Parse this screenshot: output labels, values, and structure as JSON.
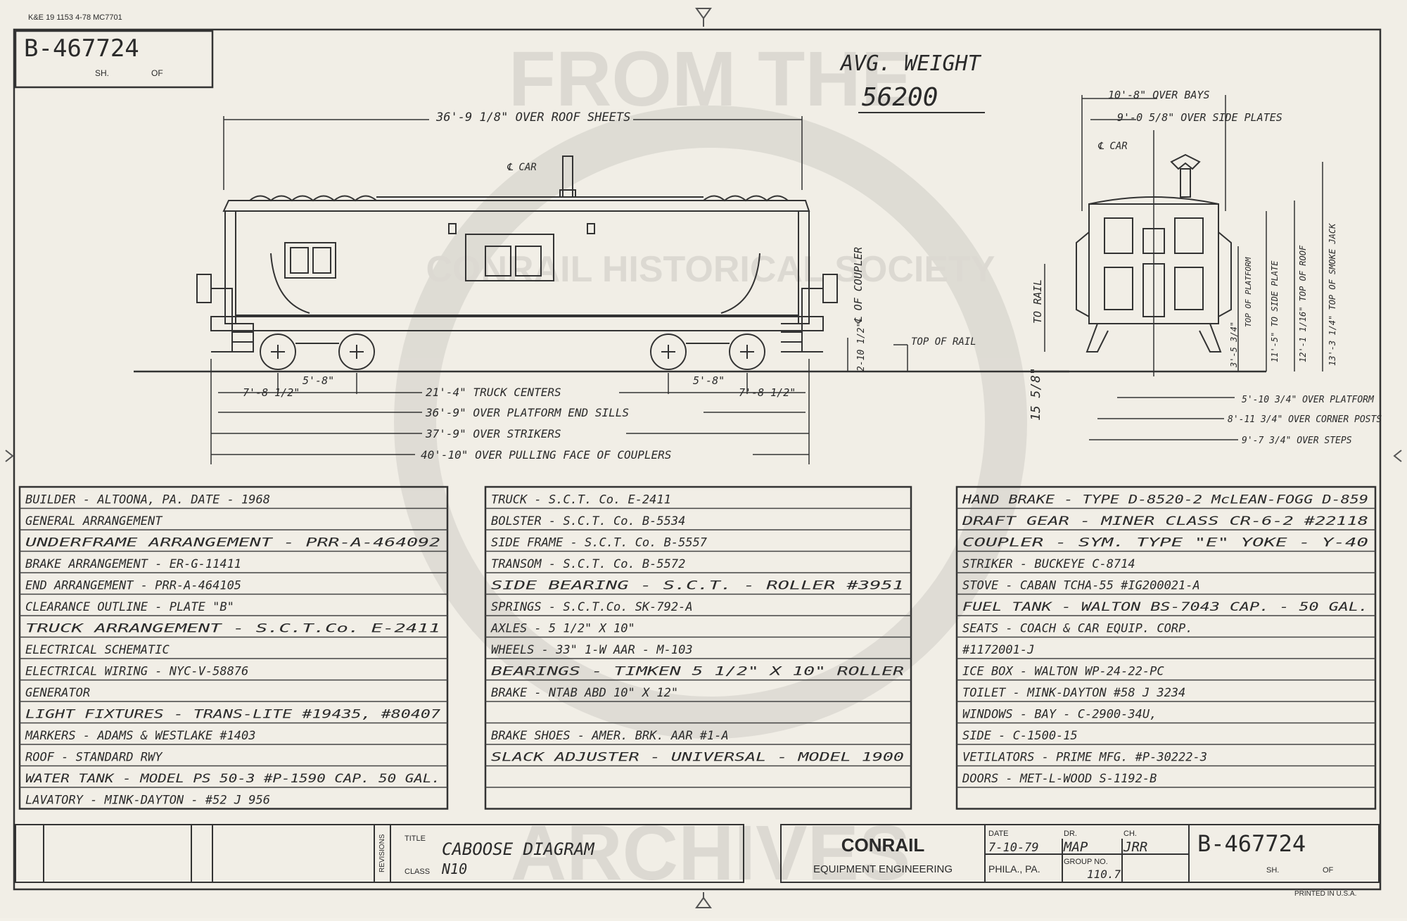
{
  "header": {
    "print_code": "K&E 19 1153 4-78 MC7701",
    "drawing_no": "B-467724",
    "sh_label": "SH.",
    "of_label": "OF",
    "avg_weight_label": "AVG. WEIGHT",
    "avg_weight_value": "56200",
    "watermark_top": "FROM THE",
    "watermark_bottom": "ARCHIVES",
    "watermark_ring": "CONRAIL HISTORICAL SOCIETY"
  },
  "side_view": {
    "over_roof": "36'-9 1/8\" OVER ROOF SHEETS",
    "car_centerline": "℄ CAR",
    "coupler_centerline": "℄ OF COUPLER",
    "coupler_height": "2-10 1/2\"",
    "top_of_rail": "TOP OF RAIL",
    "end_to_truck_left": "7'-8 1/2\"",
    "wheelbase_left": "5'-8\"",
    "truck_centers": "21'-4\" TRUCK CENTERS",
    "wheelbase_right": "5'-8\"",
    "end_to_truck_right": "7'-8 1/2\"",
    "platform_end_sills": "36'-9\" OVER PLATFORM END SILLS",
    "strikers": "37'-9\" OVER STRIKERS",
    "pulling_face": "40'-10\" OVER PULLING FACE OF COUPLERS"
  },
  "end_view": {
    "over_bays": "10'-8\" OVER BAYS",
    "over_side_plates": "9'-0 5/8\" OVER SIDE PLATES",
    "car_centerline": "℄ CAR",
    "to_rail": "TO RAIL",
    "platform_height": "3'-5 3/4\"",
    "top_of_platform": "TOP OF PLATFORM",
    "side_plate_height": "11'-5\" TO SIDE PLATE",
    "roof_height": "12'-1 1/16\" TOP OF ROOF",
    "smoke_jack_height": "13'-3 1/4\" TOP OF SMOKE JACK",
    "side_clearance": "15 5/8\"",
    "over_platform": "5'-10 3/4\" OVER PLATFORM",
    "over_corner_posts": "8'-11 3/4\" OVER CORNER POSTS",
    "over_steps": "9'-7 3/4\" OVER STEPS"
  },
  "spec_table_left": [
    "BUILDER - ALTOONA, PA. DATE - 1968",
    "GENERAL ARRANGEMENT",
    "UNDERFRAME ARRANGEMENT - PRR-A-464092",
    "BRAKE ARRANGEMENT - ER-G-11411",
    "END ARRANGEMENT - PRR-A-464105",
    "CLEARANCE OUTLINE - PLATE \"B\"",
    "TRUCK ARRANGEMENT - S.C.T.Co. E-2411",
    "ELECTRICAL SCHEMATIC",
    "ELECTRICAL WIRING - NYC-V-58876",
    "GENERATOR",
    "LIGHT FIXTURES - TRANS-LITE #19435, #80407",
    "MARKERS - ADAMS & WESTLAKE #1403",
    "ROOF - STANDARD RWY",
    "WATER TANK - MODEL PS 50-3 #P-1590 CAP. 50 GAL.",
    "LAVATORY - MINK-DAYTON - #52 J 956"
  ],
  "spec_table_middle": [
    "TRUCK - S.C.T. Co. E-2411",
    "BOLSTER - S.C.T. Co. B-5534",
    "SIDE FRAME - S.C.T. Co. B-5557",
    "TRANSOM - S.C.T. Co. B-5572",
    "SIDE BEARING - S.C.T. - ROLLER #3951",
    "SPRINGS - S.C.T.Co. SK-792-A",
    "AXLES - 5 1/2\" X 10\"",
    "WHEELS - 33\" 1-W AAR - M-103",
    "BEARINGS - TIMKEN 5 1/2\" X 10\" ROLLER",
    "BRAKE - NTAB ABD 10\" X 12\"",
    "",
    "BRAKE SHOES - AMER. BRK. AAR #1-A",
    "SLACK ADJUSTER - UNIVERSAL - MODEL 1900",
    "",
    ""
  ],
  "spec_table_right": [
    "HAND BRAKE - TYPE D-8520-2 McLEAN-FOGG D-859",
    "DRAFT GEAR - MINER CLASS CR-6-2 #22118",
    "COUPLER - SYM. TYPE \"E\" YOKE - Y-40",
    "STRIKER - BUCKEYE C-8714",
    "STOVE - CABAN TCHA-55 #IG200021-A",
    "FUEL TANK - WALTON BS-7043 CAP. - 50 GAL.",
    "SEATS - COACH & CAR EQUIP. CORP.",
    "#1172001-J",
    "ICE BOX - WALTON WP-24-22-PC",
    "TOILET - MINK-DAYTON #58 J 3234",
    "WINDOWS - BAY - C-2900-34U,",
    "SIDE - C-1500-15",
    "VETILATORS - PRIME MFG. #P-30222-3",
    "DOORS - MET-L-WOOD S-1192-B",
    ""
  ],
  "title_block": {
    "revisions_label": "REVISIONS",
    "title_label": "TITLE",
    "title": "CABOOSE DIAGRAM",
    "class_label": "CLASS",
    "class_value": "N10",
    "company": "CONRAIL",
    "department": "EQUIPMENT ENGINEERING",
    "date_label": "DATE",
    "date_value": "7-10-79",
    "dr_label": "DR.",
    "dr_value": "MAP",
    "ch_label": "CH.",
    "ch_value": "JRR",
    "location": "PHILA., PA.",
    "group_label": "GROUP NO.",
    "group_value": "110.7",
    "drawing_no": "B-467724",
    "sh_label": "SH.",
    "of_label": "OF",
    "printed": "PRINTED IN U.S.A."
  }
}
